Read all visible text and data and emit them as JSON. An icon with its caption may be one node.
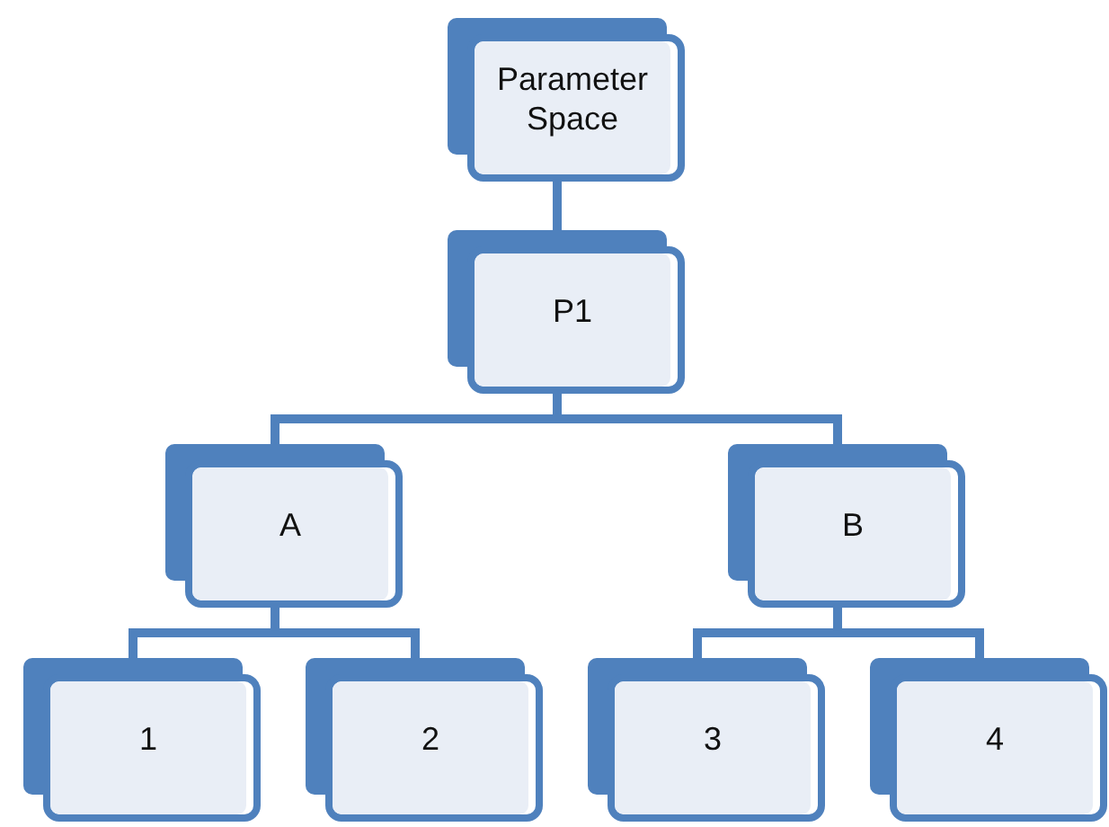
{
  "diagram": {
    "nodes": [
      {
        "text": [
          "Parameter Space"
        ]
      },
      {
        "text": [
          "P1"
        ]
      },
      {
        "text": [
          "A"
        ]
      },
      {
        "text": [
          "B"
        ]
      },
      {
        "text": [
          "1"
        ]
      },
      {
        "text": [
          "2"
        ]
      },
      {
        "text": [
          "3"
        ]
      },
      {
        "text": [
          "4"
        ]
      }
    ],
    "edges": [
      {
        "from": 0,
        "to": 1,
        "arrow": "none"
      },
      {
        "from": 1,
        "to": 2,
        "arrow": "none"
      },
      {
        "from": 1,
        "to": 3,
        "arrow": "none"
      },
      {
        "from": 2,
        "to": 4,
        "arrow": "none"
      },
      {
        "from": 2,
        "to": 5,
        "arrow": "none"
      },
      {
        "from": 3,
        "to": 6,
        "arrow": "none"
      },
      {
        "from": 3,
        "to": 7,
        "arrow": "none"
      }
    ]
  }
}
